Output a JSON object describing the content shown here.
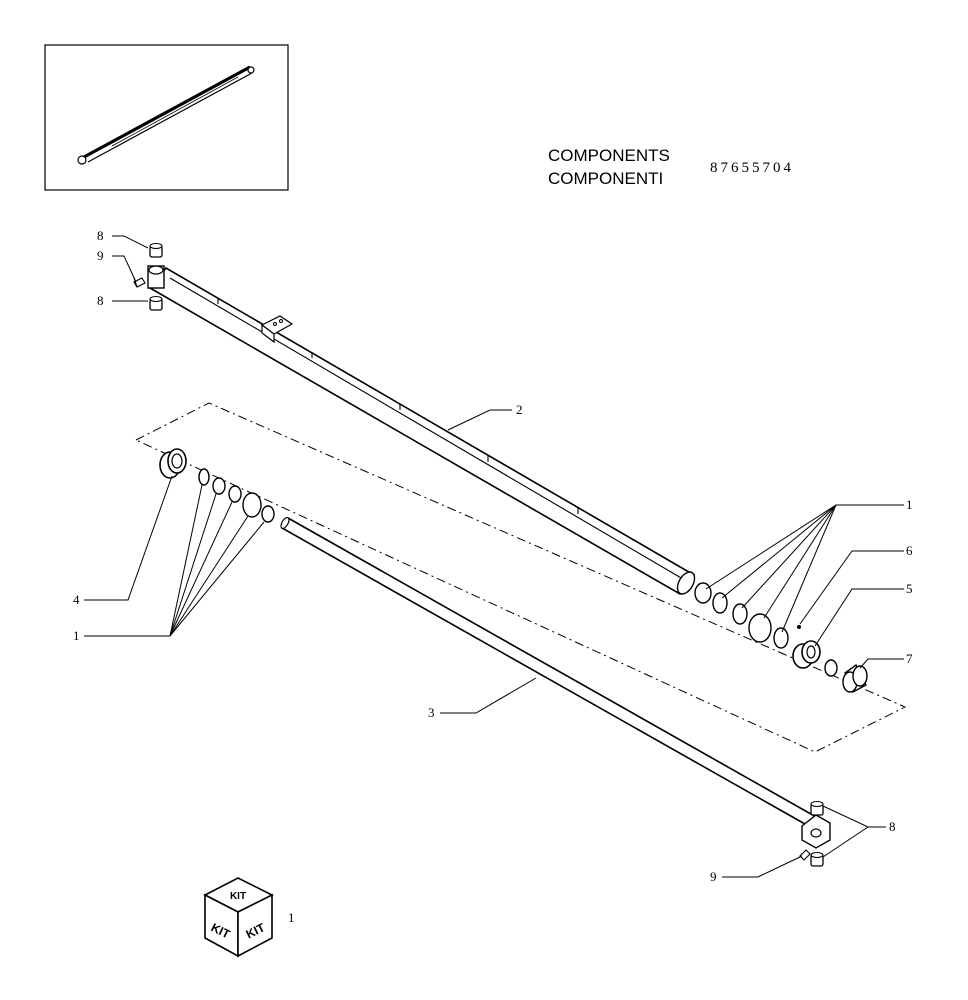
{
  "header": {
    "line1": "COMPONENTS",
    "line2": "COMPONENTI",
    "part_number": "87655704"
  },
  "callouts": {
    "c8_top_a": "8",
    "c9_top": "9",
    "c8_top_b": "8",
    "c2": "2",
    "c1_right": "1",
    "c6": "6",
    "c5": "5",
    "c7": "7",
    "c4": "4",
    "c1_left": "1",
    "c3": "3",
    "c8_bottom": "8",
    "c9_bottom": "9"
  },
  "kit": {
    "top": "KIT",
    "left": "KIT",
    "right": "KIT",
    "index": "1"
  }
}
